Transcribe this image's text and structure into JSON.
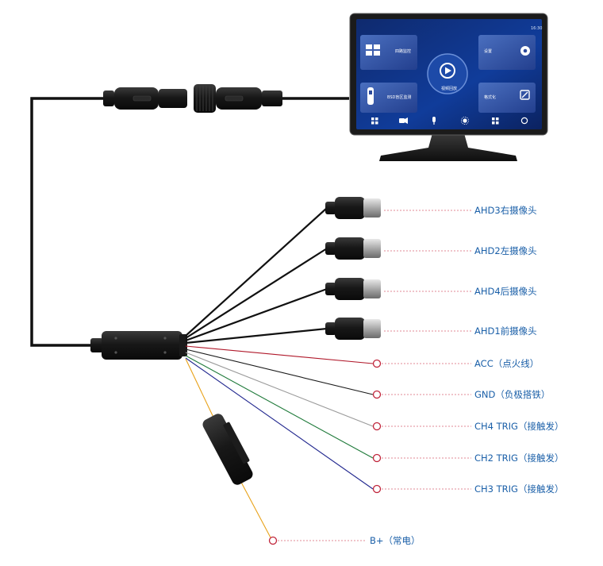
{
  "monitor": {
    "time": "16:30",
    "tiles": {
      "quad_view": "四路监控",
      "settings": "设置",
      "playback": "视频回放",
      "bsd": "BSD盲区监测",
      "format": "格式化"
    }
  },
  "labels": {
    "ahd3": "AHD3右摄像头",
    "ahd2": "AHD2左摄像头",
    "ahd4": "AHD4后摄像头",
    "ahd1": "AHD1前摄像头",
    "acc": "ACC（点火线）",
    "gnd": "GND（负极搭铁）",
    "ch4": "CH4 TRIG（接触发）",
    "ch2": "CH2 TRIG（接触发）",
    "ch3": "CH3 TRIG（接触发）",
    "bplus": "B+（常电）"
  },
  "colors": {
    "label_text": "#1a5fa8",
    "leader": "#e08a96",
    "terminal": "#c0243a",
    "cable_main": "#111111",
    "wire_acc": "#b0182a",
    "wire_gnd": "#1a1a1a",
    "wire_ch4": "#9a9a9a",
    "wire_ch2": "#1f7a3a",
    "wire_ch3": "#22288f",
    "wire_bplus": "#e8a21a"
  }
}
